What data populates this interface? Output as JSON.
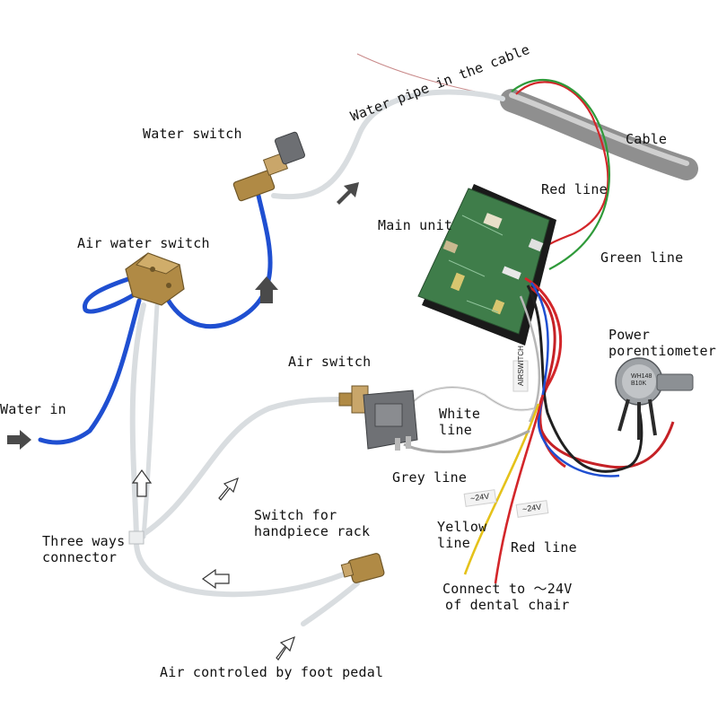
{
  "labels": {
    "water_pipe": "Water pipe in the cable",
    "water_switch": "Water switch",
    "cable": "Cable",
    "red_line_top": "Red line",
    "main_unit": "Main unit",
    "green_line": "Green line",
    "air_water_switch": "Air water switch",
    "power_potentiometer": "Power\nporentiometer",
    "air_switch": "Air switch",
    "water_in": "Water in",
    "white_line": "White\nline",
    "grey_line": "Grey line",
    "switch_handpiece": "Switch for\nhandpiece rack",
    "three_ways": "Three ways\nconnector",
    "yellow_line": "Yellow\nline",
    "red_line_bottom": "Red line",
    "connect_24v": "Connect to ～24V\nof dental chair",
    "air_foot_pedal": "Air controled by foot pedal"
  },
  "tags": {
    "airswitch": "AIRSWITCH",
    "v24_left": "~24V",
    "v24_right": "~24V",
    "pot_marking": "WH148\nB10K"
  },
  "colors": {
    "blue_hose": "#1f4fd1",
    "clear_tube": "#d9dde0",
    "cable_grey": "#9a9a9a",
    "pcb_green": "#3f7d4a",
    "brass": "#b08a45",
    "red_wire": "#d3262a",
    "green_wire": "#2f9a3a",
    "yellow_wire": "#e5c21a",
    "arrow_dark": "#4a4a4a"
  },
  "icons": [
    "arrow-filled-icon",
    "arrow-outline-icon"
  ]
}
